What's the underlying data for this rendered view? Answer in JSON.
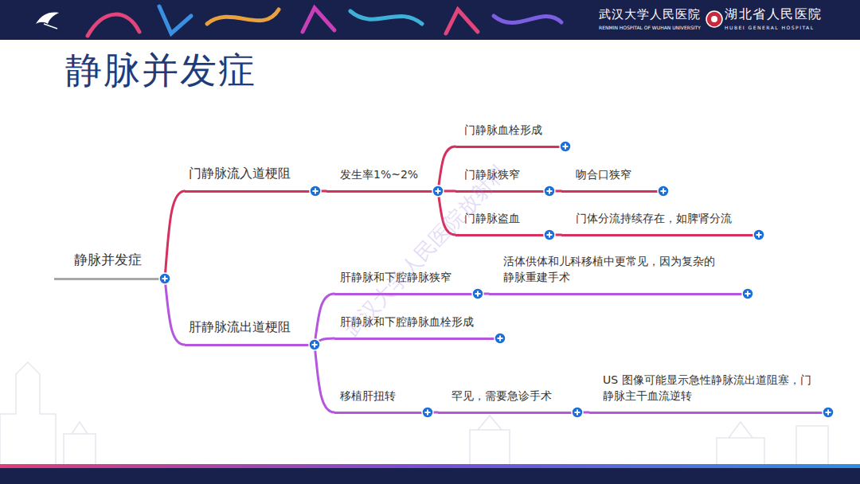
{
  "diagram": {
    "title": "静脉并发症",
    "nodes": [
      {
        "text": [
          "静脉并发症"
        ]
      },
      {
        "text": [
          "门静脉流入道梗阻"
        ]
      },
      {
        "text": [
          "发生率1%~2%"
        ]
      },
      {
        "text": [
          "门静脉血栓形成"
        ]
      },
      {
        "text": [
          "门静脉狭窄"
        ]
      },
      {
        "text": [
          "吻合口狭窄"
        ]
      },
      {
        "text": [
          "门静脉盗血"
        ]
      },
      {
        "text": [
          "门体分流持续存在，如脾肾分流"
        ]
      },
      {
        "text": [
          "肝静脉流出道梗阻"
        ]
      },
      {
        "text": [
          "肝静脉和下腔静脉狭窄"
        ]
      },
      {
        "text": [
          "活体供体和儿科移植中更常见，因为复杂的 静脉重建手术"
        ]
      },
      {
        "text": [
          "肝静脉和下腔静脉血栓形成"
        ]
      },
      {
        "text": [
          "移植肝扭转"
        ]
      },
      {
        "text": [
          "罕见，需要急诊手术"
        ]
      },
      {
        "text": [
          "US 图像可能显示急性静脉流出道阻塞，门静脉主干血流逆转"
        ]
      }
    ],
    "edges": [
      {
        "from": 0,
        "to": 1,
        "arrow": "none"
      },
      {
        "from": 1,
        "to": 2,
        "arrow": "none"
      },
      {
        "from": 2,
        "to": 3,
        "arrow": "none"
      },
      {
        "from": 2,
        "to": 4,
        "arrow": "none"
      },
      {
        "from": 4,
        "to": 5,
        "arrow": "none"
      },
      {
        "from": 2,
        "to": 6,
        "arrow": "none"
      },
      {
        "from": 6,
        "to": 7,
        "arrow": "none"
      },
      {
        "from": 0,
        "to": 8,
        "arrow": "none"
      },
      {
        "from": 8,
        "to": 9,
        "arrow": "none"
      },
      {
        "from": 9,
        "to": 10,
        "arrow": "none"
      },
      {
        "from": 8,
        "to": 11,
        "arrow": "none"
      },
      {
        "from": 8,
        "to": 12,
        "arrow": "none"
      },
      {
        "from": 12,
        "to": 13,
        "arrow": "none"
      },
      {
        "from": 13,
        "to": 14,
        "arrow": "none"
      }
    ],
    "labels": [
      "武汉大学人民医院",
      "RENMIN HOSPITAL OF WUHAN UNIVERSITY",
      "湖北省人民医院",
      "HUBEI GENERAL HOSPITAL",
      "武汉大学人民医院放射科"
    ]
  }
}
